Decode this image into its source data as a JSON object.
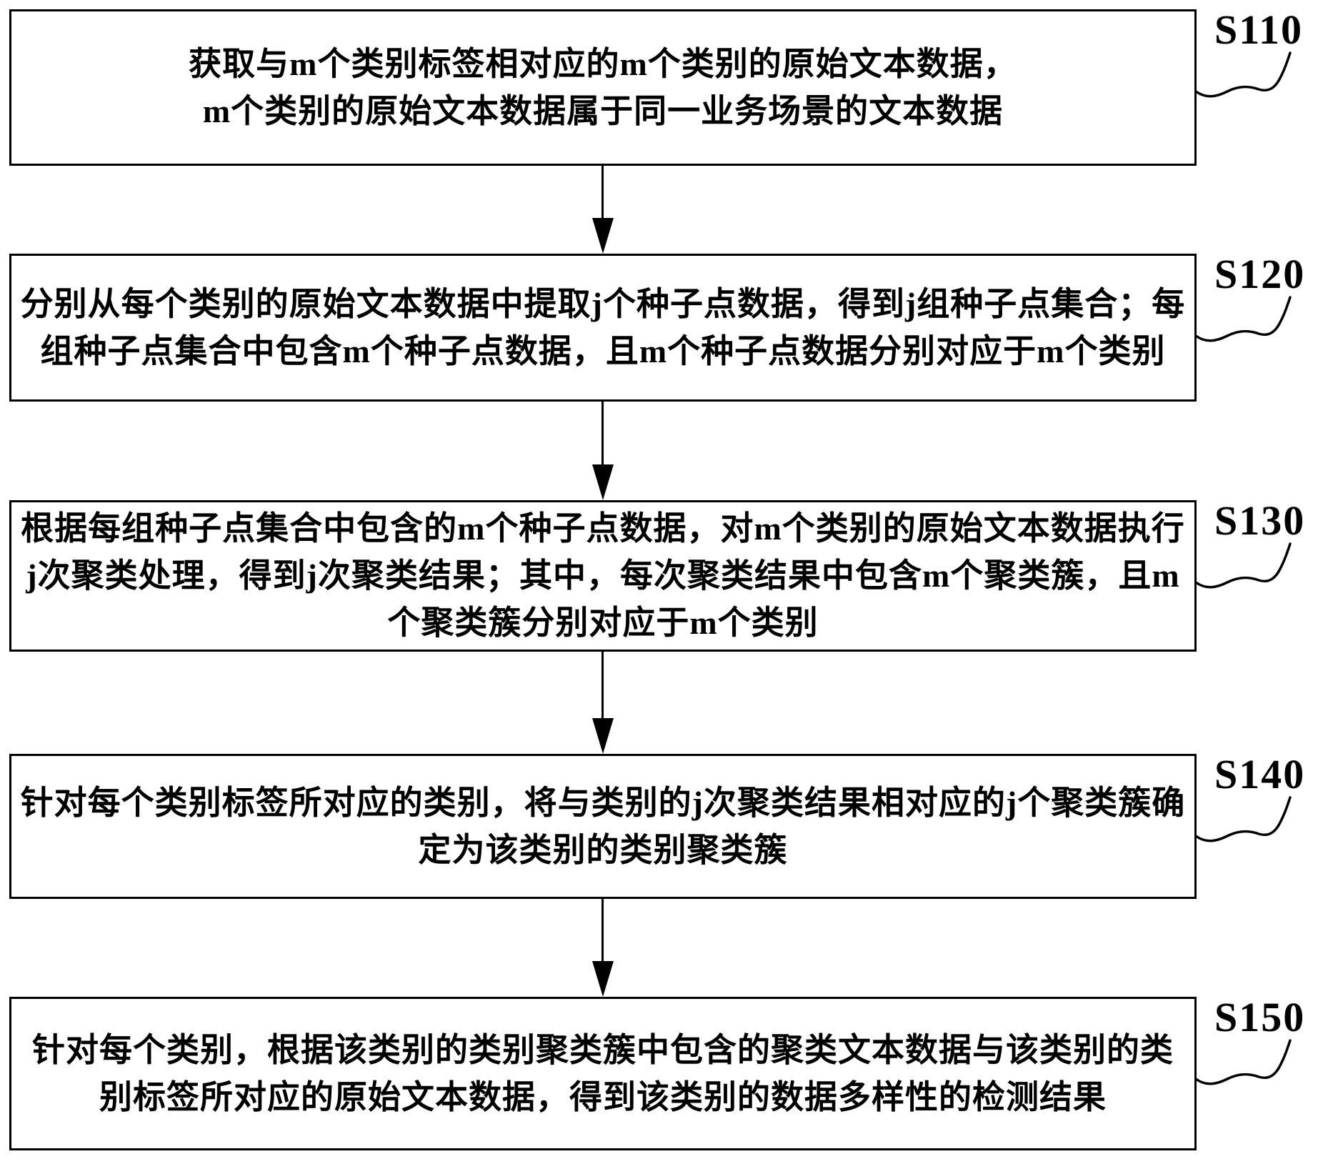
{
  "figure": {
    "title": "text-data-diversity-detection-flowchart",
    "colors": {
      "ink": "#000000",
      "background": "#ffffff"
    },
    "steps": [
      {
        "id": "S110",
        "lines": [
          "获取与m个类别标签相对应的m个类别的原始文本数据，",
          "m个类别的原始文本数据属于同一业务场景的文本数据"
        ]
      },
      {
        "id": "S120",
        "lines": [
          "分别从每个类别的原始文本数据中提取j个种子点数据，得到j组种子点集合；每",
          "组种子点集合中包含m个种子点数据，且m个种子点数据分别对应于m个类别"
        ]
      },
      {
        "id": "S130",
        "lines": [
          "根据每组种子点集合中包含的m个种子点数据，对m个类别的原始文本数据执行",
          "j次聚类处理，得到j次聚类结果；其中，每次聚类结果中包含m个聚类簇，且m",
          "个聚类簇分别对应于m个类别"
        ]
      },
      {
        "id": "S140",
        "lines": [
          "针对每个类别标签所对应的类别，将与类别的j次聚类结果相对应的j个聚类簇确",
          "定为该类别的类别聚类簇"
        ]
      },
      {
        "id": "S150",
        "lines": [
          "针对每个类别，根据该类别的类别聚类簇中包含的聚类文本数据与该类别的类",
          "别标签所对应的原始文本数据，得到该类别的数据多样性的检测结果"
        ]
      }
    ]
  }
}
